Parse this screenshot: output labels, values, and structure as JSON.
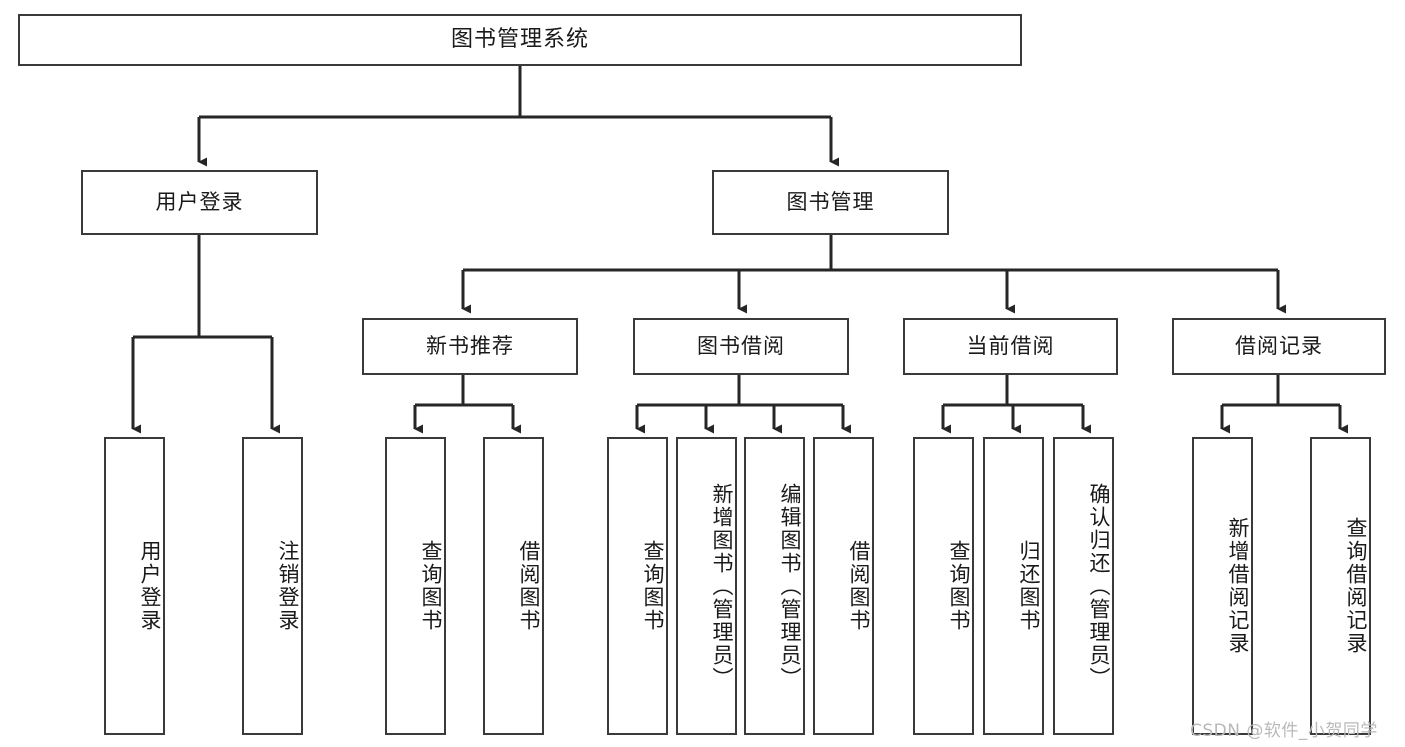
{
  "diagram": {
    "title": "图书管理系统",
    "type": "tree-hierarchy",
    "style": {
      "box_fill": "#ffffff",
      "box_stroke": "#3a3a3a",
      "edge_color": "#262626",
      "text_color": "#1a1a1a",
      "background": "#ffffff"
    },
    "nodes": {
      "root": {
        "label": "图书管理系统",
        "level": 1
      },
      "user_login": {
        "label": "用户登录",
        "level": 2
      },
      "book_manage": {
        "label": "图书管理",
        "level": 2
      },
      "new_book_rec": {
        "label": "新书推荐",
        "level": 3
      },
      "book_borrow": {
        "label": "图书借阅",
        "level": 3
      },
      "current_borrow": {
        "label": "当前借阅",
        "level": 3
      },
      "borrow_record": {
        "label": "借阅记录",
        "level": 3
      },
      "leaf_user_login": {
        "label": "用户登录",
        "level": 4
      },
      "leaf_logout": {
        "label": "注销登录",
        "level": 4
      },
      "leaf_query_book_1": {
        "label": "查询图书",
        "level": 4
      },
      "leaf_borrow_book_1": {
        "label": "借阅图书",
        "level": 4
      },
      "leaf_query_book_2": {
        "label": "查询图书",
        "level": 4
      },
      "leaf_add_book": {
        "label": "新增图书（管理员）",
        "level": 4
      },
      "leaf_edit_book": {
        "label": "编辑图书（管理员）",
        "level": 4
      },
      "leaf_borrow_book_2": {
        "label": "借阅图书",
        "level": 4
      },
      "leaf_query_book_3": {
        "label": "查询图书",
        "level": 4
      },
      "leaf_return_book": {
        "label": "归还图书",
        "level": 4
      },
      "leaf_confirm_return": {
        "label": "确认归还（管理员）",
        "level": 4
      },
      "leaf_add_record": {
        "label": "新增借阅记录",
        "level": 4
      },
      "leaf_query_record": {
        "label": "查询借阅记录",
        "level": 4
      }
    },
    "edges": [
      {
        "from": "root",
        "to": "user_login"
      },
      {
        "from": "root",
        "to": "book_manage"
      },
      {
        "from": "user_login",
        "to": "leaf_user_login"
      },
      {
        "from": "user_login",
        "to": "leaf_logout"
      },
      {
        "from": "book_manage",
        "to": "new_book_rec"
      },
      {
        "from": "book_manage",
        "to": "book_borrow"
      },
      {
        "from": "book_manage",
        "to": "current_borrow"
      },
      {
        "from": "book_manage",
        "to": "borrow_record"
      },
      {
        "from": "new_book_rec",
        "to": "leaf_query_book_1"
      },
      {
        "from": "new_book_rec",
        "to": "leaf_borrow_book_1"
      },
      {
        "from": "book_borrow",
        "to": "leaf_query_book_2"
      },
      {
        "from": "book_borrow",
        "to": "leaf_add_book"
      },
      {
        "from": "book_borrow",
        "to": "leaf_edit_book"
      },
      {
        "from": "book_borrow",
        "to": "leaf_borrow_book_2"
      },
      {
        "from": "current_borrow",
        "to": "leaf_query_book_3"
      },
      {
        "from": "current_borrow",
        "to": "leaf_return_book"
      },
      {
        "from": "current_borrow",
        "to": "leaf_confirm_return"
      },
      {
        "from": "borrow_record",
        "to": "leaf_add_record"
      },
      {
        "from": "borrow_record",
        "to": "leaf_query_record"
      }
    ]
  },
  "watermark": {
    "text": "CSDN @软件_小贺同学"
  }
}
